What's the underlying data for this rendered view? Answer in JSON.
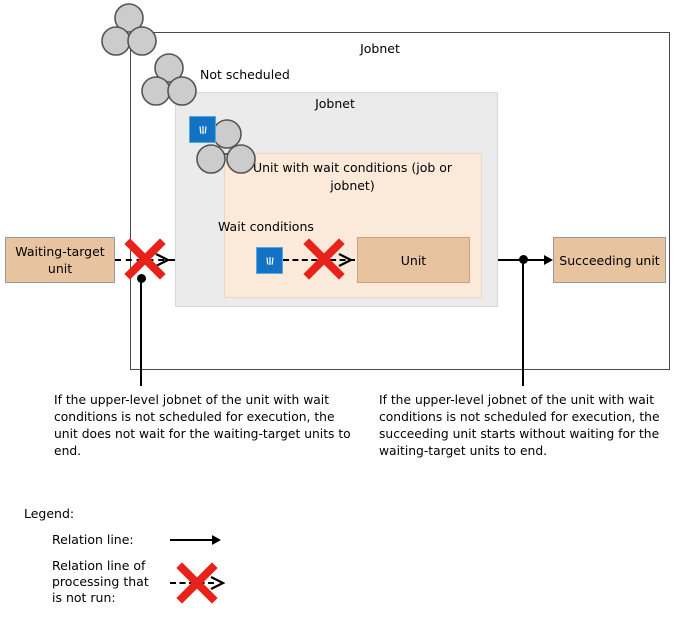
{
  "diagram": {
    "outer_jobnet_label": "Jobnet",
    "not_scheduled_label": "Not scheduled",
    "inner_jobnet_label": "Jobnet",
    "unit_with_wait_conditions_label": "Unit with wait conditions (job or jobnet)",
    "wait_conditions_label": "Wait conditions",
    "unit_box_label": "Unit",
    "waiting_target_label": "Waiting-target unit",
    "succeeding_label": "Succeeding unit"
  },
  "notes": {
    "left": "If the upper-level jobnet of the unit with wait conditions is not scheduled for execution, the unit does not wait for the waiting-target units to end.",
    "right": "If the upper-level jobnet of the unit with wait conditions is not scheduled for execution, the succeeding unit starts without waiting for the waiting-target units to end."
  },
  "legend": {
    "title": "Legend:",
    "items": [
      {
        "label": "Relation line:",
        "symbol": "solid-arrow"
      },
      {
        "label": "Relation line of processing that is not run:",
        "symbol": "dashed-arrow-with-red-x"
      }
    ]
  },
  "icons": {
    "jobnet_tree": "jobnet-tree-icon",
    "wait_condition": "wait-condition-icon",
    "not_run_marker": "red-x-icon"
  },
  "colors": {
    "grey_box": "#ebebeb",
    "peach_box": "#fbe9d9",
    "unit_box": "#e8c3a0",
    "blue_icon": "#1273c4",
    "red_x": "#e8221b",
    "circle_fill": "#cccccc",
    "line": "#000000"
  }
}
